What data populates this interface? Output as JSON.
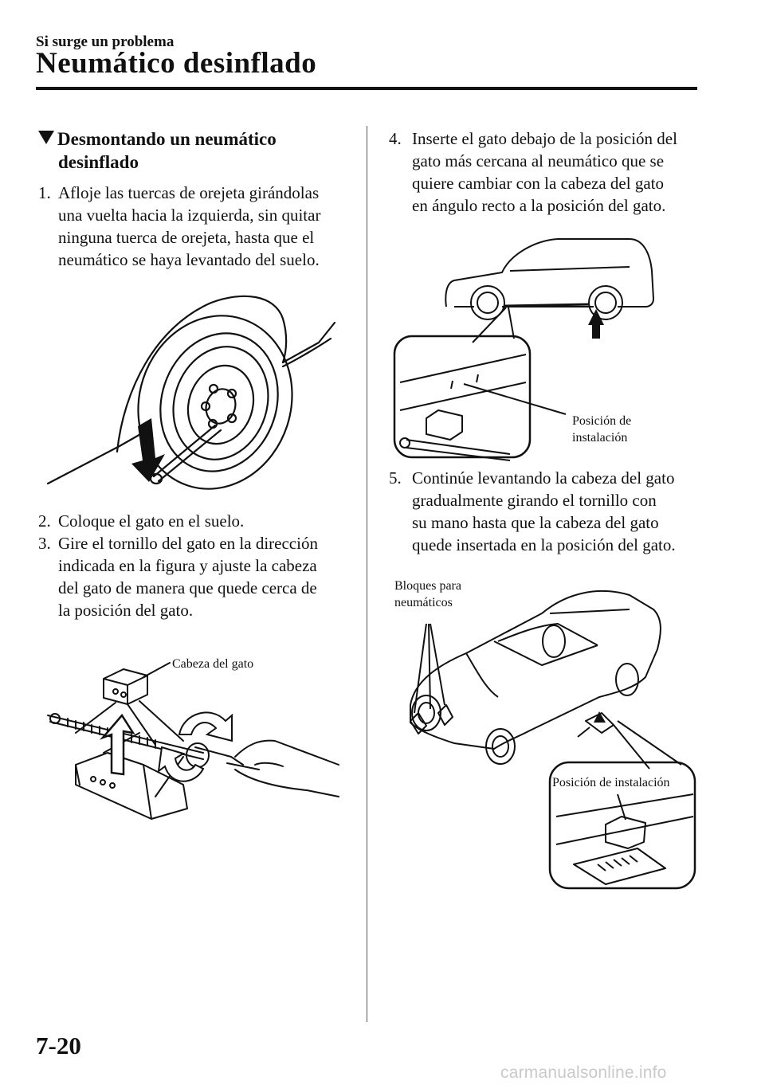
{
  "header": {
    "section": "Si surge un problema",
    "title": "Neumático desinflado"
  },
  "subsection": {
    "line1": "Desmontando un neumático",
    "line2": "desinflado"
  },
  "steps": [
    {
      "num": "1.",
      "lines": [
        "Afloje las tuercas de orejeta girándolas",
        "una vuelta hacia la izquierda, sin quitar",
        "ninguna tuerca de orejeta, hasta que el",
        "neumático se haya levantado del suelo."
      ]
    },
    {
      "num": "2.",
      "lines": [
        "Coloque el gato en el suelo."
      ]
    },
    {
      "num": "3.",
      "lines": [
        "Gire el tornillo del gato en la dirección",
        "indicada en la figura y ajuste la cabeza",
        "del gato de manera que quede cerca de",
        "la posición del gato."
      ]
    },
    {
      "num": "4.",
      "lines": [
        "Inserte el gato debajo de la posición del",
        "gato más cercana al neumático que se",
        "quiere cambiar con la cabeza del gato",
        "en ángulo recto a la posición del gato."
      ]
    },
    {
      "num": "5.",
      "lines": [
        "Continúe levantando la cabeza del gato",
        "gradualmente girando el tornillo con",
        "su mano hasta que la cabeza del gato",
        "quede insertada en la posición del gato."
      ]
    }
  ],
  "figures": {
    "jack_head_label": "Cabeza del gato",
    "install_position_label_1": "Posición de",
    "install_position_label_2": "instalación",
    "tire_blocks_label_1": "Bloques para",
    "tire_blocks_label_2": "neumáticos",
    "install_position_label_full": "Posición de instalación"
  },
  "footer": {
    "page_number": "7-20",
    "watermark": "carmanualsonline.info"
  }
}
